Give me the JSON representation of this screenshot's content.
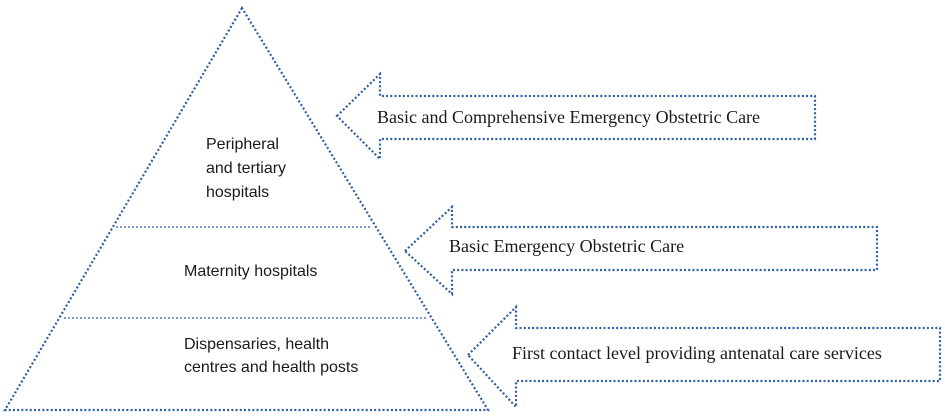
{
  "pyramid": {
    "tiers": [
      {
        "lines": [
          "Peripheral",
          "and tertiary",
          "hospitals"
        ]
      },
      {
        "lines": [
          "Maternity hospitals"
        ]
      },
      {
        "lines": [
          "Dispensaries, health",
          "centres and health posts"
        ]
      }
    ]
  },
  "arrows": [
    {
      "label": "Basic and Comprehensive Emergency Obstetric Care"
    },
    {
      "label": "Basic Emergency Obstetric Care"
    },
    {
      "label": "First contact level providing antenatal care services"
    }
  ],
  "colors": {
    "outline": "#2e5fa3",
    "text": "#1a1a1a",
    "background": "#ffffff"
  }
}
